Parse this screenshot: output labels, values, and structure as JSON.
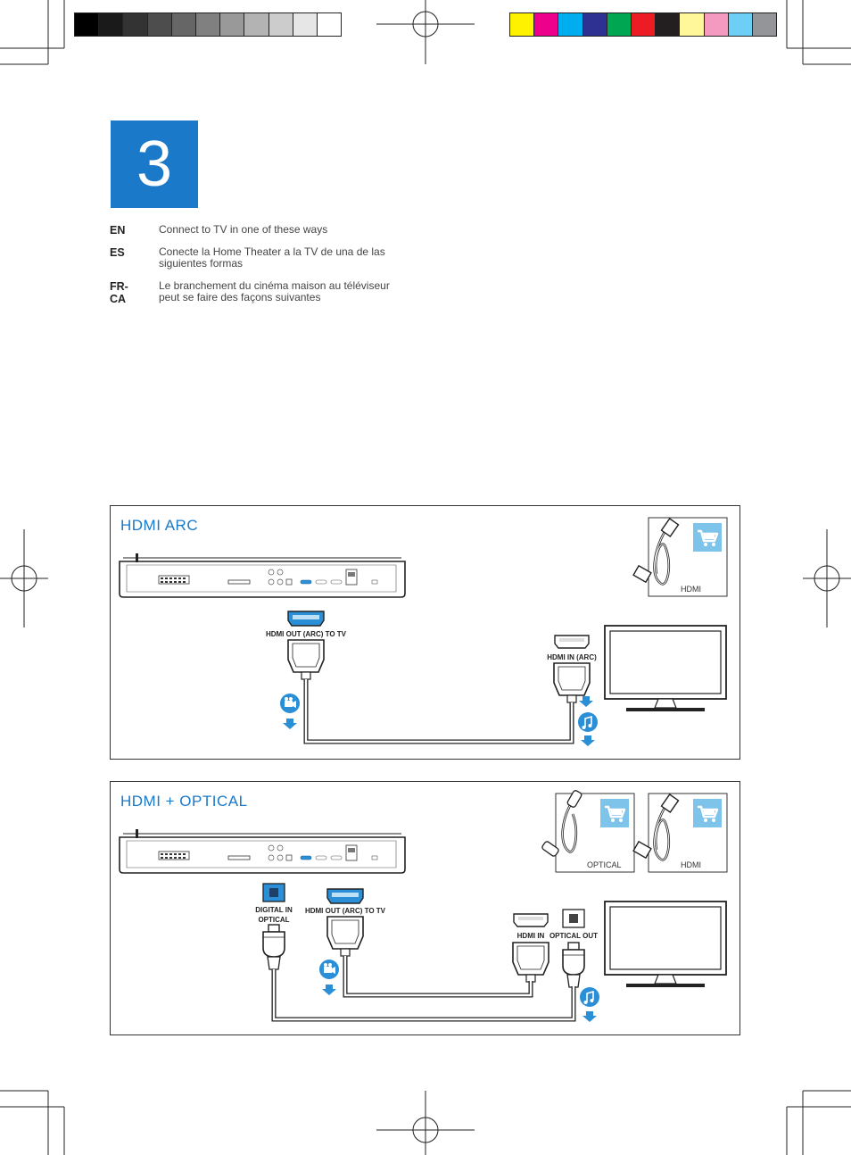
{
  "color_bar": {
    "gray": [
      "#000000",
      "#1a1a1a",
      "#333333",
      "#4d4d4d",
      "#666666",
      "#808080",
      "#999999",
      "#b3b3b3",
      "#cccccc",
      "#e6e6e6",
      "#ffffff"
    ],
    "color": [
      "#fff200",
      "#ec008c",
      "#00aeef",
      "#2e3192",
      "#00a651",
      "#ed1c24",
      "#231f20",
      "#fff799",
      "#f49ac1",
      "#6dcff6",
      "#939598"
    ]
  },
  "step": {
    "number": "3",
    "color": "#1a79c8"
  },
  "languages": [
    {
      "code": "EN",
      "text": "Connect to TV in one of these ways"
    },
    {
      "code": "ES",
      "text": "Conecte la Home Theater a la TV de una de las siguientes formas"
    },
    {
      "code": "FR-CA",
      "text": "Le branchement du cinéma maison au téléviseur peut se faire des façons suivantes"
    }
  ],
  "panels": {
    "hdmi_arc": {
      "title": "HDMI ARC",
      "player_port_label": "HDMI OUT (ARC) TO TV",
      "tv_port_label": "HDMI IN (ARC)",
      "cable_box_label": "HDMI"
    },
    "hdmi_optical": {
      "title": "HDMI + OPTICAL",
      "player_optical_label_1": "DIGITAL IN",
      "player_optical_label_2": "OPTICAL",
      "player_port_label": "HDMI OUT (ARC) TO TV",
      "tv_hdmi_label": "HDMI IN",
      "tv_optical_label": "OPTICAL OUT",
      "cable_box_optical_label": "OPTICAL",
      "cable_box_hdmi_label": "HDMI"
    }
  },
  "icons": {
    "cart": "shopping-cart-icon",
    "video": "video-camera-icon",
    "audio": "music-note-icon",
    "arrow_down": "arrow-down-icon",
    "arrow_up": "arrow-up-icon"
  },
  "accent": "#1a79c8"
}
